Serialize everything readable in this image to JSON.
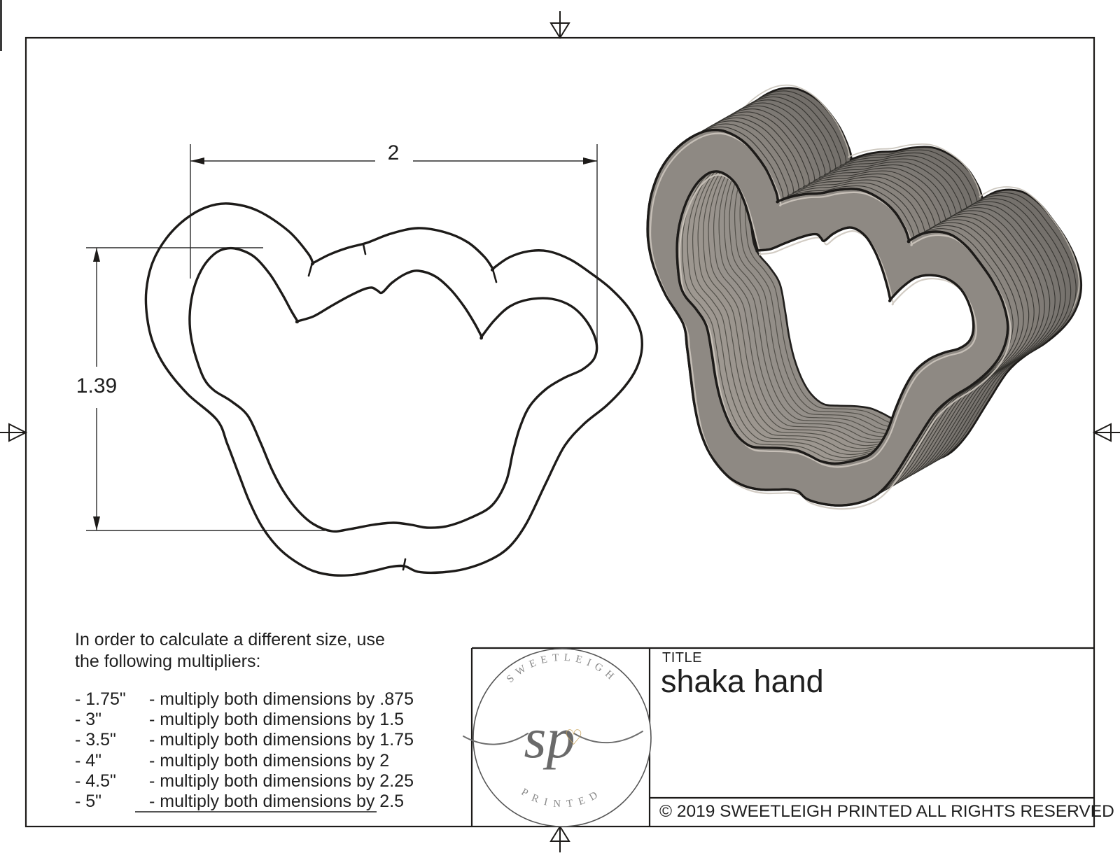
{
  "drawing": {
    "dim_width": "2",
    "dim_height": "1.39"
  },
  "notes": {
    "intro": [
      "In order to calculate a different size, use",
      "the following multipliers:"
    ],
    "multipliers": [
      {
        "size": "- 1.75\"",
        "rule": "- multiply both dimensions by .875"
      },
      {
        "size": "- 3\"",
        "rule": "- multiply both dimensions by 1.5"
      },
      {
        "size": "- 3.5\"",
        "rule": "- multiply both dimensions by 1.75"
      },
      {
        "size": "- 4\"",
        "rule": "- multiply both dimensions by 2"
      },
      {
        "size": "- 4.5\"",
        "rule": "- multiply both dimensions by 2.25"
      },
      {
        "size": "- 5\"",
        "rule": "- multiply both dimensions by 2.5"
      }
    ]
  },
  "title_block": {
    "title_label": "TITLE",
    "title": "shaka hand",
    "copyright": "© 2019  SWEETLEIGH PRINTED  ALL RIGHTS RESERVED",
    "logo": {
      "arc_top": "SWEETLEIGH",
      "arc_bottom": "PRINTED",
      "monogram": "sp",
      "heart_icon": "♡"
    }
  },
  "colors": {
    "line": "#1d1b19",
    "thin_line": "#2b2b2b",
    "cutter_body_back": "#716d68",
    "cutter_body_front": "#8e8983",
    "cutter_inner_wall": "#b2aca4",
    "cutter_highlight": "#cdc7be",
    "logo_gray": "#8a8a8a",
    "logo_script": "#6a6a6a",
    "logo_heart": "#c9a55f"
  }
}
